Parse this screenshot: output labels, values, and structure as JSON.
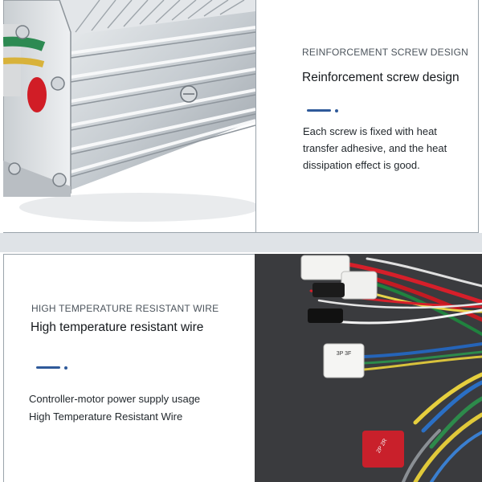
{
  "colors": {
    "accent": "#2f5a9a",
    "page_background": "#dfe3e7",
    "panel_background": "#ffffff",
    "frame_line": "#9aa3ab",
    "harness_background": "#3a3b3e"
  },
  "sections": [
    {
      "overline": "REINFORCEMENT SCREW DESIGN",
      "title": "Reinforcement screw design",
      "body_lines": [
        "Each screw is fixed with heat",
        "transfer adhesive, and the heat",
        "dissipation effect is good."
      ],
      "image_subject": "aluminum-controller-housing-photo"
    },
    {
      "overline": "HIGH TEMPERATURE RESISTANT WIRE",
      "title": "High temperature resistant wire",
      "body_lines": [
        "Controller-motor power supply usage",
        "High Temperature Resistant Wire"
      ],
      "image_subject": "wiring-harness-photo"
    }
  ],
  "connector_labels": {
    "white_plug": "3P 3F",
    "red_plug": "2P 2R"
  }
}
